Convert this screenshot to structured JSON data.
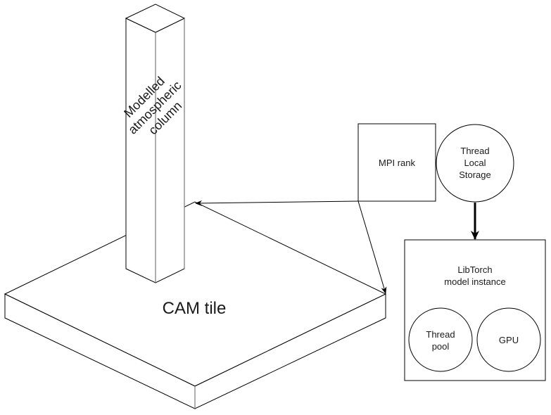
{
  "diagram": {
    "column": {
      "label_lines": [
        "Modelled",
        "atmospheric",
        "column"
      ]
    },
    "tile": {
      "label": "CAM tile"
    },
    "mpi_rank": {
      "label": "MPI rank"
    },
    "thread_local_storage": {
      "label_lines": [
        "Thread",
        "Local",
        "Storage"
      ]
    },
    "libtorch": {
      "label_lines": [
        "LibTorch",
        "model instance"
      ],
      "thread_pool": {
        "label_lines": [
          "Thread",
          "pool"
        ]
      },
      "gpu": {
        "label": "GPU"
      }
    }
  }
}
